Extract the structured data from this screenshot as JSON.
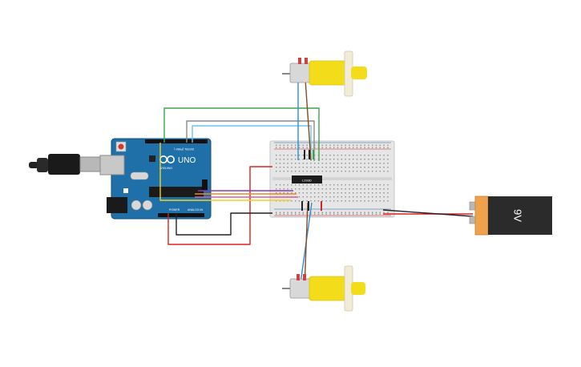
{
  "arduino": {
    "brand": "UNO",
    "logo_text": "ARDUINO",
    "power_label": "POWER",
    "analog_label": "ANALOG IN",
    "digital_label": "DIGITAL (PWM~)"
  },
  "driver_chip": {
    "label": "L293D"
  },
  "battery": {
    "label": "9V"
  },
  "colors": {
    "board": "#1f6fa8",
    "breadboard": "#e6e6e6",
    "motor_body": "#f3dc1a",
    "battery_top": "#f0a24a",
    "battery_body": "#2b2b2b",
    "wire_red": "#e02020",
    "wire_black": "#222222",
    "wire_green": "#3aa64a",
    "wire_blue": "#2a8fd6",
    "wire_brown": "#8a4a1e",
    "wire_orange": "#f08a1a",
    "wire_yellow": "#f2d21a",
    "wire_purple": "#8a3ab0",
    "wire_gray": "#8a8a8a"
  },
  "icons": {
    "usb_cable": "usb-cable-icon",
    "motor_top": "dc-gear-motor-icon",
    "motor_bottom": "dc-gear-motor-icon",
    "battery": "battery-9v-icon"
  }
}
